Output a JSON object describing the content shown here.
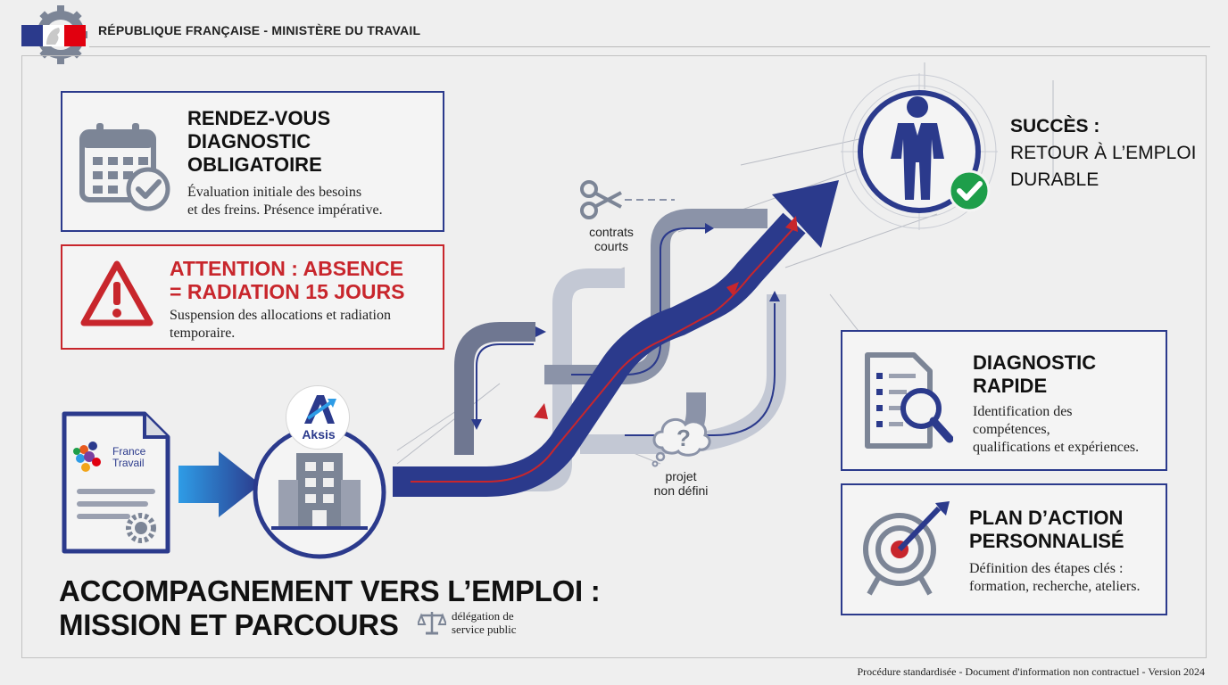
{
  "header": {
    "title": "RÉPUBLIQUE FRANÇAISE - MINISTÈRE DU TRAVAIL",
    "logo_icon": "marianne-gear-logo"
  },
  "cards": {
    "rdv": {
      "title_lines": [
        "RENDEZ-VOUS",
        "DIAGNOSTIC",
        "OBLIGATOIRE"
      ],
      "desc_lines": [
        "Évaluation initiale des besoins",
        "et des freins. Présence impérative."
      ],
      "icon": "calendar-check-icon"
    },
    "attention": {
      "title_lines": [
        "ATTENTION : ABSENCE",
        "= RADIATION 15 JOURS"
      ],
      "desc_lines": [
        "Suspension des allocations et radiation",
        "temporaire."
      ],
      "icon": "warning-icon"
    },
    "diagnostic": {
      "title_lines": [
        "DIAGNOSTIC",
        "RAPIDE"
      ],
      "desc_lines": [
        "Identification des",
        "compétences,",
        "qualifications et expériences."
      ],
      "icon": "checklist-magnifier-icon"
    },
    "plan": {
      "title_lines": [
        "PLAN D’ACTION",
        "PERSONNALISÉ"
      ],
      "desc_lines": [
        "Définition des étapes clés :",
        "formation, recherche, ateliers."
      ],
      "icon": "target-arrow-icon"
    }
  },
  "success": {
    "bold": "SUCCÈS :",
    "lines": [
      "RETOUR À L’EMPLOI",
      "DURABLE"
    ],
    "icon": "person-check-icon"
  },
  "labels": {
    "contrats": [
      "contrats",
      "courts"
    ],
    "projet": [
      "projet",
      "non défini"
    ]
  },
  "document": {
    "brand_lines": [
      "France",
      "Travail"
    ]
  },
  "aksis": {
    "label": "Aksis"
  },
  "main_title": {
    "line1": "ACCOMPAGNEMENT VERS L’EMPLOI :",
    "line2": "MISSION ET PARCOURS"
  },
  "delegation": {
    "lines": [
      "délégation de",
      "service public"
    ]
  },
  "footer": {
    "text": "Procédure standardisée - Document d'information non contractuel - Version 2024"
  },
  "colors": {
    "navy": "#2b3a8c",
    "red": "#c8262c",
    "green": "#1e9e4a",
    "grey": "#9aa0b0"
  }
}
